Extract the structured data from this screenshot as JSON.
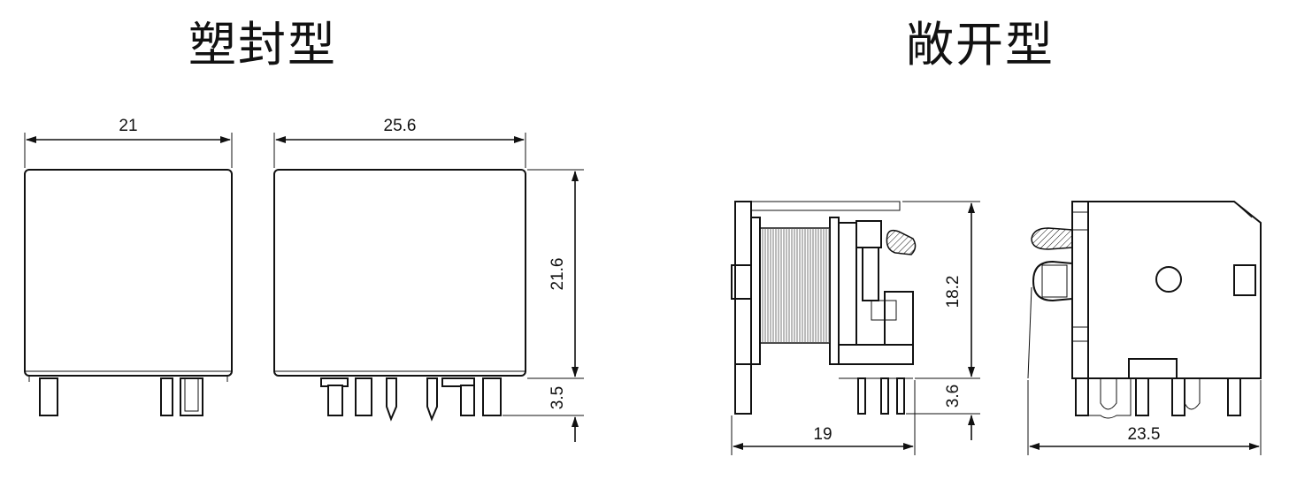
{
  "titles": {
    "sealed": "塑封型",
    "open": "敞开型"
  },
  "dimensions": {
    "sealed_front_width": "21",
    "sealed_side_width": "25.6",
    "sealed_height": "21.6",
    "sealed_pin": "3.5",
    "open_height": "18.2",
    "open_pin": "3.6",
    "open_front_width": "19",
    "open_side_width": "23.5"
  }
}
